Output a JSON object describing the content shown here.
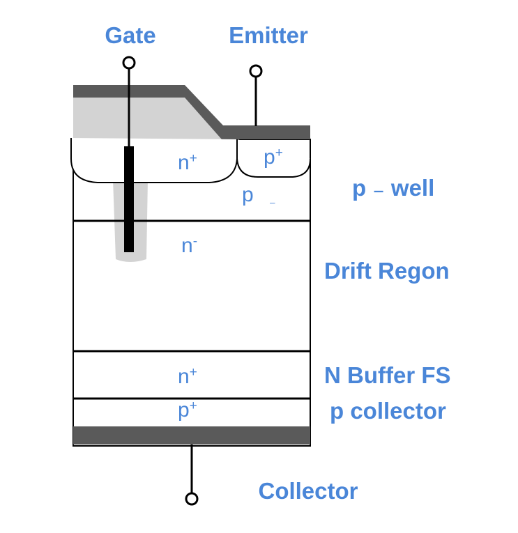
{
  "terminals": {
    "gate": "Gate",
    "emitter": "Emitter",
    "collector": "Collector"
  },
  "layer_labels": {
    "p_well": "p ₋ well",
    "drift": "Drift Regon",
    "buffer": "N Buffer FS",
    "p_collector": "p collector"
  },
  "regions": {
    "n_plus_top": {
      "base": "n",
      "sup": "+"
    },
    "p_plus_top": {
      "base": "p",
      "sup": "+"
    },
    "p_minus": {
      "base": "p",
      "sup": "₋"
    },
    "n_minus": {
      "base": "n",
      "sup": "-"
    },
    "n_plus_buffer": {
      "base": "n",
      "sup": "+"
    },
    "p_plus_collector": {
      "base": "p",
      "sup": "+"
    }
  },
  "colors": {
    "label": "#4a86d8",
    "metal": "#5a5a5a",
    "oxide": "#d3d3d3",
    "line": "#000000"
  }
}
